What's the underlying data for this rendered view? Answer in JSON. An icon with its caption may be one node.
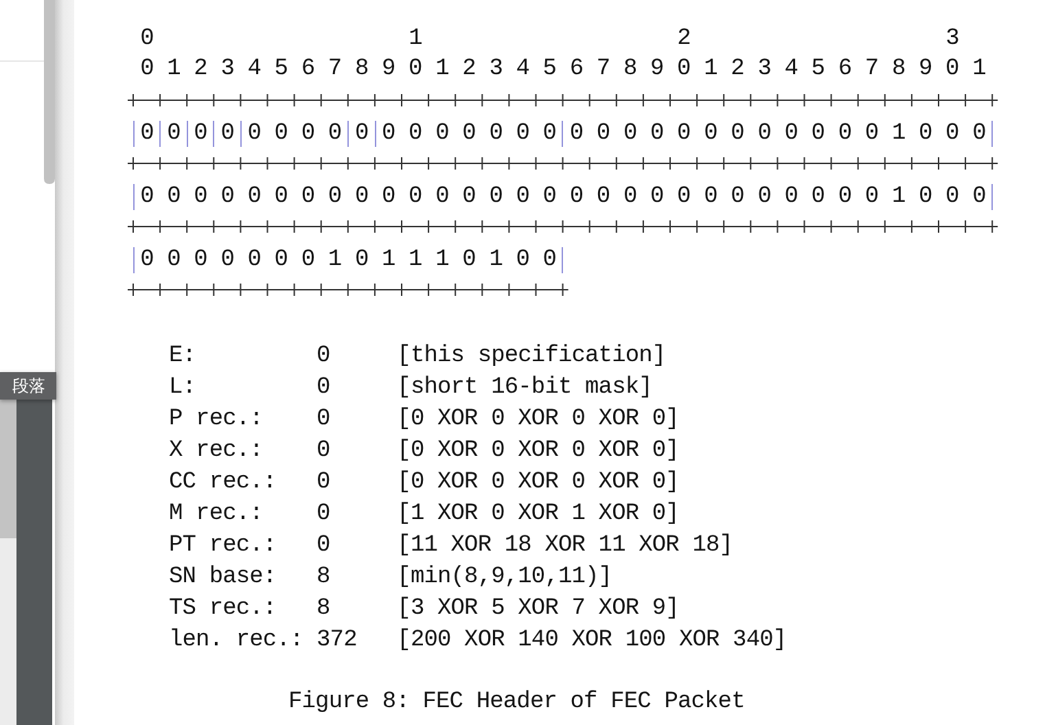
{
  "diagram": {
    "caption": "Figure 8: FEC Header of FEC Packet",
    "nodes": [
      {
        "text": [
          "0"
        ]
      },
      {
        "text": [
          "0"
        ]
      },
      {
        "text": [
          "0"
        ]
      },
      {
        "text": [
          "0"
        ]
      },
      {
        "text": [
          "0 0 0 0"
        ]
      },
      {
        "text": [
          "0"
        ]
      },
      {
        "text": [
          "0 0 0 0 0 0 0"
        ]
      },
      {
        "text": [
          "0 0 0 0 0 0 0 0 0 0 0 0 1 0 0 0"
        ]
      },
      {
        "text": [
          "0 0 0 0 0 0 0 0 0 0 0 0 0 0 0 0 0 0 0 0 0 0 0 0 0 0 0 0 1 0 0 0"
        ]
      },
      {
        "text": [
          "0 0 0 0 0 0 0 1 0 1 1 1 0 1 0 0"
        ]
      }
    ],
    "labels": [
      "0",
      "1",
      "2",
      "3",
      "0 1 2 3 4 5 6 7 8 9 0 1 2 3 4 5 6 7 8 9 0 1 2 3 4 5 6 7 8 9 0 1",
      "E:",
      "0",
      "[this specification]",
      "L:",
      "0",
      "[short 16-bit mask]",
      "P rec.:",
      "0",
      "[0 XOR 0 XOR 0 XOR 0]",
      "X rec.:",
      "0",
      "[0 XOR 0 XOR 0 XOR 0]",
      "CC rec.:",
      "0",
      "[0 XOR 0 XOR 0 XOR 0]",
      "M rec.:",
      "0",
      "[1 XOR 0 XOR 1 XOR 0]",
      "PT rec.:",
      "0",
      "[11 XOR 18 XOR 11 XOR 18]",
      "SN base:",
      "8",
      "[min(8,9,10,11)]",
      "TS rec.:",
      "8",
      "[3 XOR 5 XOR 7 XOR 9]",
      "len. rec.:",
      "372",
      "[200 XOR 140 XOR 100 XOR 340]",
      "段落"
    ]
  }
}
